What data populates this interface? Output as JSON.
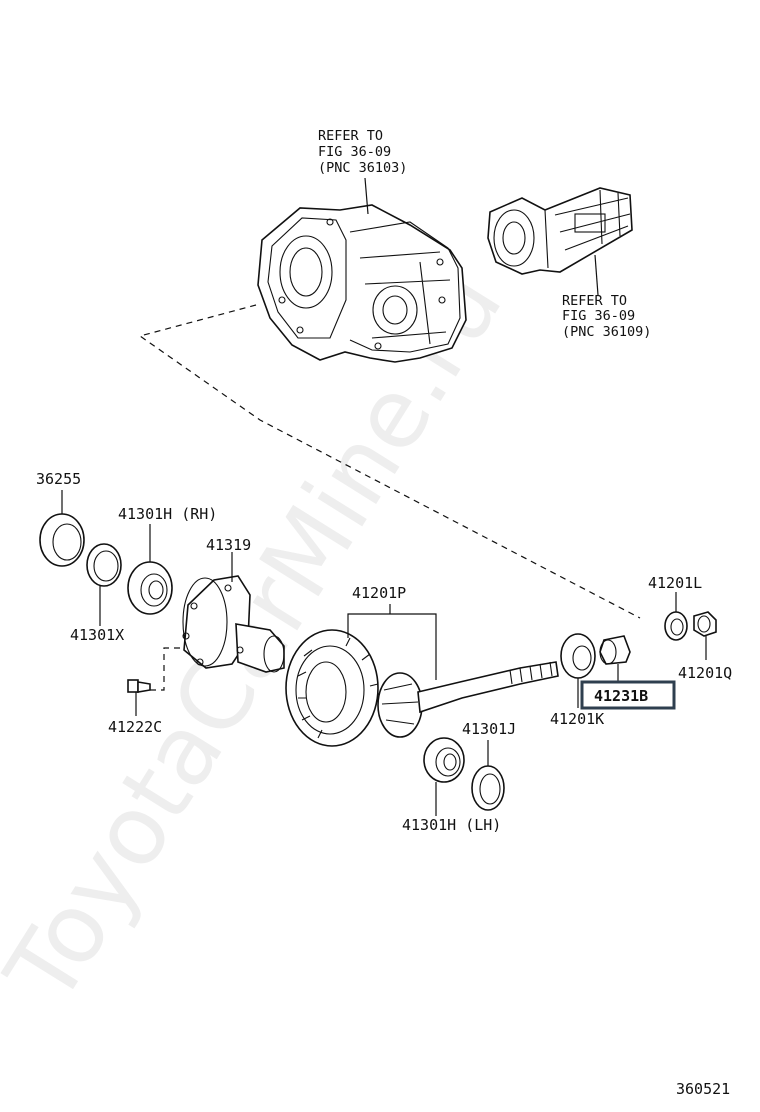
{
  "watermark": "ToyotaCarMine.ru",
  "refer_notes": {
    "housing": [
      "REFER TO",
      "FIG 36-09",
      "(PNC 36103)"
    ],
    "extension": [
      "REFER TO",
      "FIG 36-09",
      "(PNC 36109)"
    ]
  },
  "part_labels": {
    "p36255": "36255",
    "p41301H_RH": "41301H (RH)",
    "p41319": "41319",
    "p41301X": "41301X",
    "p41222C": "41222C",
    "p41201P": "41201P",
    "p41201L": "41201L",
    "p41201Q": "41201Q",
    "p41231B": "41231B",
    "p41201K": "41201K",
    "p41301J": "41301J",
    "p41301H_LH": "41301H (LH)"
  },
  "highlighted_part": "41231B",
  "figure_number": "360521"
}
